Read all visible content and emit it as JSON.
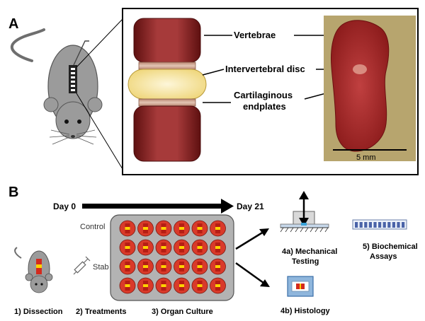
{
  "panel_a": {
    "letter": "A",
    "labels": {
      "vertebrae": "Vertebrae",
      "disc": "Intervertebral disc",
      "endplates_line1": "Cartilaginous",
      "endplates_line2": "endplates"
    },
    "scale_bar": "5 mm"
  },
  "panel_b": {
    "letter": "B",
    "day_start": "Day 0",
    "day_end": "Day 21",
    "row_labels": {
      "control": "Control",
      "stab": "Stab"
    },
    "steps": {
      "dissection": "1) Dissection",
      "treatments": "2) Treatments",
      "culture": "3) Organ Culture",
      "mech_line1": "4a) Mechanical",
      "mech_line2": "Testing",
      "histology": "4b) Histology",
      "bio_line1": "5) Biochemical",
      "bio_line2": "Assays"
    }
  },
  "colors": {
    "vertebra": "#9c2a2a",
    "disc": "#f4ecae",
    "endplate": "#c9a38f",
    "well_plate": "#b3b3b3",
    "well": "#d93a2a",
    "sample_core": "#ffd200",
    "mouse": "#9b9b9b"
  }
}
